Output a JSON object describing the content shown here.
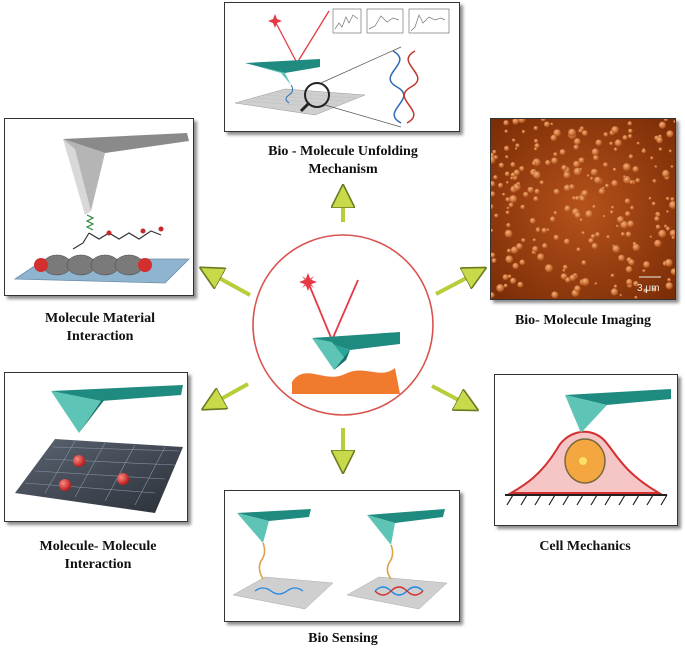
{
  "labels": {
    "unfolding": [
      "Bio - Molecule Unfolding",
      "Mechanism"
    ],
    "material": [
      "Molecule Material",
      "Interaction"
    ],
    "imaging": [
      "Bio- Molecule Imaging"
    ],
    "molecule": [
      "Molecule- Molecule",
      "Interaction"
    ],
    "cell": [
      "Cell Mechanics"
    ],
    "sensing": [
      "Bio Sensing"
    ]
  },
  "scale_bar": "3 μm",
  "colors": {
    "arrow": "#c8d94a",
    "cantilever": "#2a9d8f",
    "laser": "#e63946",
    "sample": "#f07a2e",
    "circle": "#d9534f",
    "afm_image": "#9c3d0c",
    "cell": "#f6c6c6",
    "nucleus": "#f4a640"
  }
}
